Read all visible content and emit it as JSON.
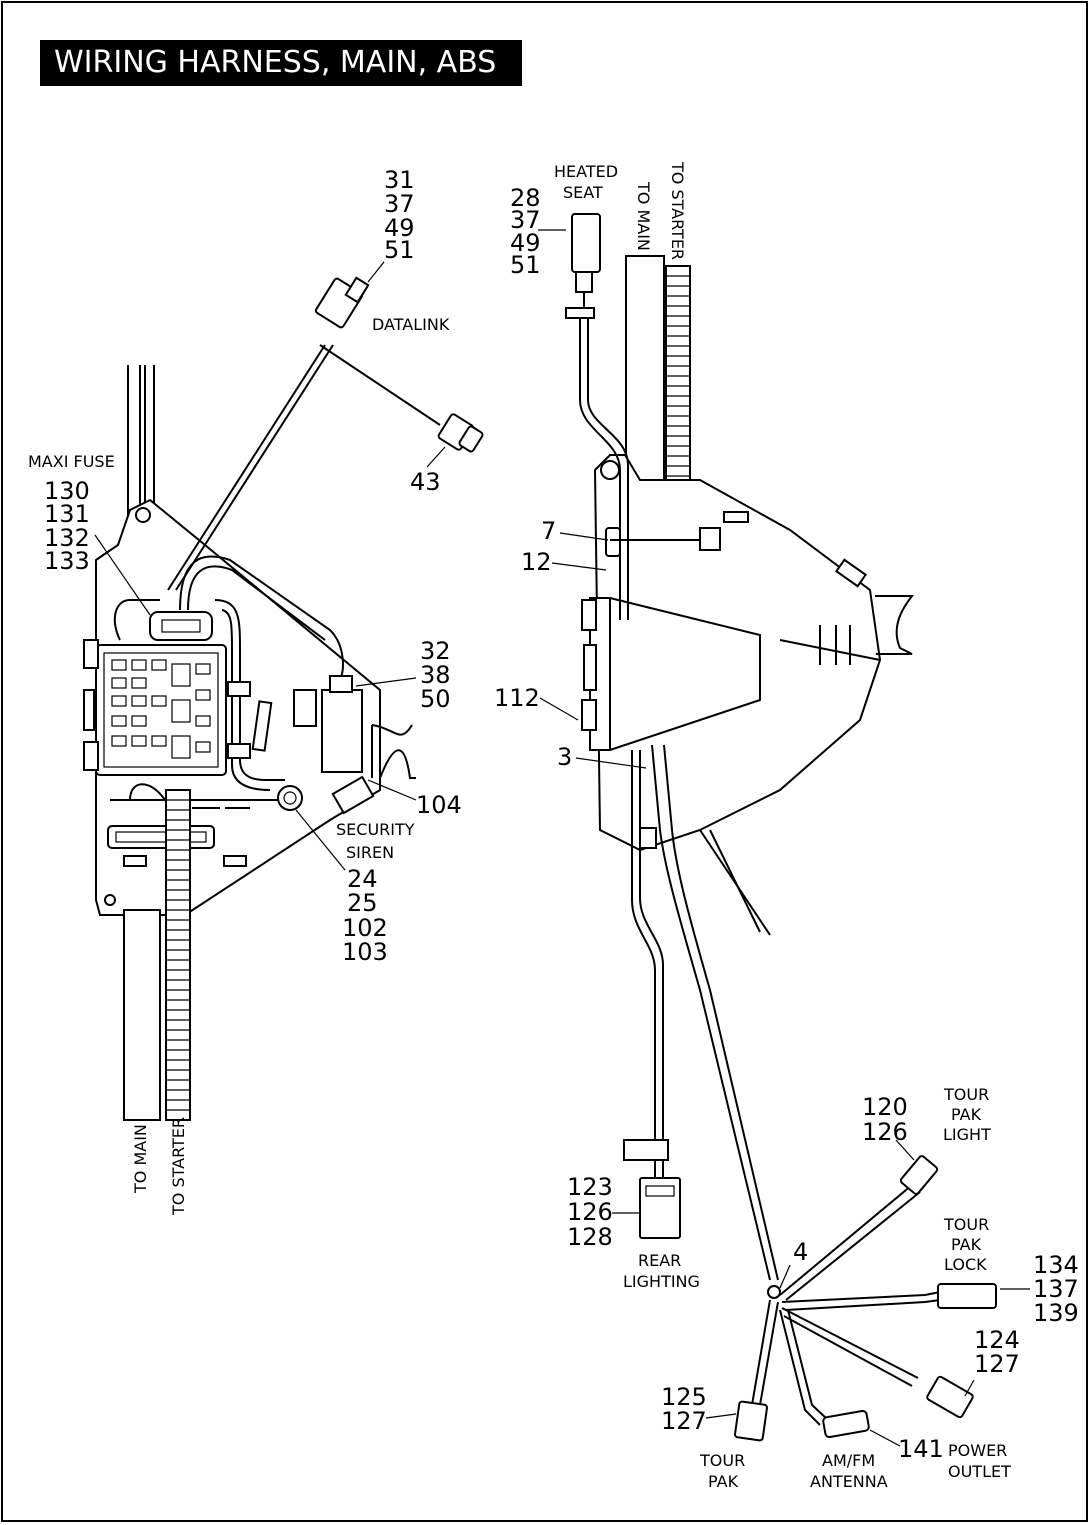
{
  "title": "WIRING HARNESS, MAIN, ABS",
  "labels": {
    "maxi_fuse": "MAXI FUSE",
    "datalink": "DATALINK",
    "security_siren": [
      "SECURITY",
      "SIREN"
    ],
    "heated_seat": [
      "HEATED",
      "SEAT"
    ],
    "to_main": "TO MAIN",
    "to_starter": "TO STARTER",
    "rear_lighting": [
      "REAR",
      "LIGHTING"
    ],
    "tour_pak_light": [
      "TOUR",
      "PAK",
      "LIGHT"
    ],
    "tour_pak_lock": [
      "TOUR",
      "PAK",
      "LOCK"
    ],
    "tour_pak": [
      "TOUR",
      "PAK"
    ],
    "am_fm_antenna": [
      "AM/FM",
      "ANTENNA"
    ],
    "power_outlet": [
      "POWER",
      "OUTLET"
    ]
  },
  "refs": {
    "datalink_group": [
      "31",
      "37",
      "49",
      "51"
    ],
    "ref_43": [
      "43"
    ],
    "maxi_fuse_group": [
      "130",
      "131",
      "132",
      "133"
    ],
    "group_32": [
      "32",
      "38",
      "50"
    ],
    "ref_104": [
      "104"
    ],
    "siren_group": [
      "24",
      "25",
      "102",
      "103"
    ],
    "heated_seat_group": [
      "28",
      "37",
      "49",
      "51"
    ],
    "ref_7": [
      "7"
    ],
    "ref_12": [
      "12"
    ],
    "ref_112": [
      "112"
    ],
    "ref_3": [
      "3"
    ],
    "rear_lighting_group": [
      "123",
      "126",
      "128"
    ],
    "ref_4": [
      "4"
    ],
    "tour_pak_light_group": [
      "120",
      "126"
    ],
    "tour_pak_lock_group": [
      "134",
      "137",
      "139"
    ],
    "group_124": [
      "124",
      "127"
    ],
    "group_125": [
      "125",
      "127"
    ],
    "ref_141": [
      "141"
    ]
  }
}
